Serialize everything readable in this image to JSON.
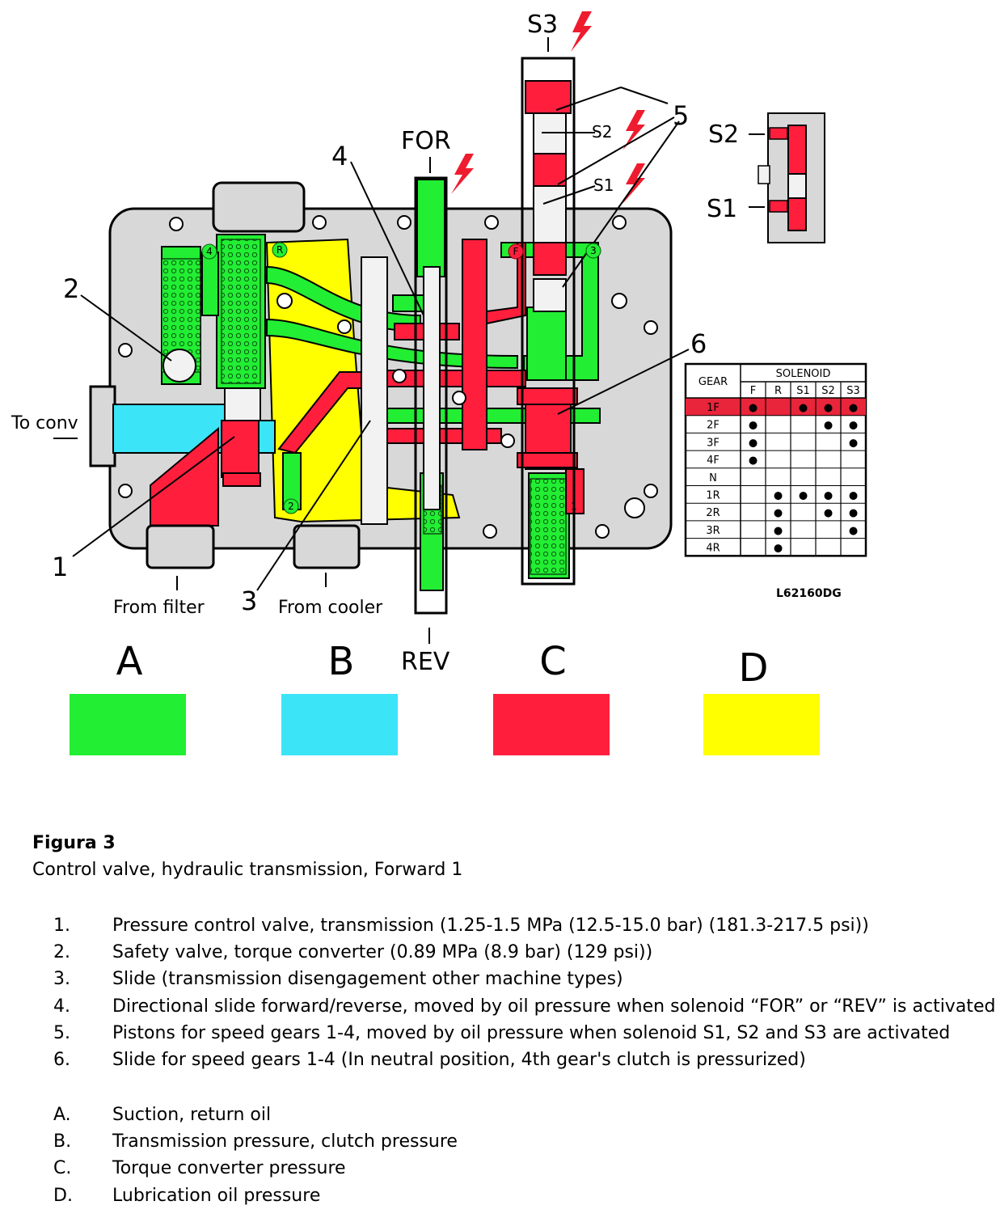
{
  "diagram": {
    "callouts": [
      "1",
      "2",
      "3",
      "4",
      "5",
      "6"
    ],
    "labels": {
      "s3": "S3",
      "s2_main": "S2",
      "s1_main": "S1",
      "for": "FOR",
      "rev": "REV",
      "s2_detail": "S2",
      "s1_detail": "S1",
      "to_conv": "To conv",
      "from_filter": "From filter",
      "from_cooler": "From cooler",
      "drawing_id": "L62160DG"
    },
    "port_markers": [
      "4",
      "R",
      "F",
      "3",
      "2",
      "1"
    ]
  },
  "solenoid_table": {
    "col_gear": "GEAR",
    "col_group": "SOLENOID",
    "columns": [
      "F",
      "R",
      "S1",
      "S2",
      "S3"
    ],
    "dot": "●",
    "highlight_color": "#e8253a",
    "rows": [
      {
        "gear": "1F",
        "F": true,
        "R": false,
        "S1": true,
        "S2": true,
        "S3": true,
        "highlight": true
      },
      {
        "gear": "2F",
        "F": true,
        "R": false,
        "S1": false,
        "S2": true,
        "S3": true
      },
      {
        "gear": "3F",
        "F": true,
        "R": false,
        "S1": false,
        "S2": false,
        "S3": true
      },
      {
        "gear": "4F",
        "F": true,
        "R": false,
        "S1": false,
        "S2": false,
        "S3": false
      },
      {
        "gear": "N",
        "F": false,
        "R": false,
        "S1": false,
        "S2": false,
        "S3": false
      },
      {
        "gear": "1R",
        "F": false,
        "R": true,
        "S1": true,
        "S2": true,
        "S3": true
      },
      {
        "gear": "2R",
        "F": false,
        "R": true,
        "S1": false,
        "S2": true,
        "S3": true
      },
      {
        "gear": "3R",
        "F": false,
        "R": true,
        "S1": false,
        "S2": false,
        "S3": true
      },
      {
        "gear": "4R",
        "F": false,
        "R": true,
        "S1": false,
        "S2": false,
        "S3": false
      }
    ]
  },
  "color_legend": [
    {
      "letter": "A",
      "color": "#22ee33"
    },
    {
      "letter": "B",
      "color": "#3ce4f7"
    },
    {
      "letter": "C",
      "color": "#ff1f3d"
    },
    {
      "letter": "D",
      "color": "#ffff00"
    }
  ],
  "caption": {
    "title": "Figura 3",
    "subtitle": "Control valve, hydraulic transmission, Forward 1"
  },
  "items": [
    {
      "num": "1.",
      "text": "Pressure control valve, transmission (1.25-1.5 MPa (12.5-15.0 bar) (181.3-217.5 psi))"
    },
    {
      "num": "2.",
      "text": "Safety valve, torque converter (0.89 MPa (8.9 bar) (129 psi))"
    },
    {
      "num": "3.",
      "text": "Slide (transmission disengagement other machine types)"
    },
    {
      "num": "4.",
      "text": "Directional slide forward/reverse, moved by oil pressure when solenoid “FOR” or “REV” is activated"
    },
    {
      "num": "5.",
      "text": "Pistons for speed gears 1-4, moved by oil pressure when solenoid S1, S2 and S3 are activated"
    },
    {
      "num": "6.",
      "text": "Slide for speed gears 1-4 (In neutral position, 4th gear's clutch is pressurized)"
    }
  ],
  "legend_items": [
    {
      "num": "A.",
      "text": "Suction, return oil"
    },
    {
      "num": "B.",
      "text": "Transmission pressure, clutch pressure"
    },
    {
      "num": "C.",
      "text": "Torque converter pressure"
    },
    {
      "num": "D.",
      "text": "Lubrication oil pressure"
    }
  ]
}
